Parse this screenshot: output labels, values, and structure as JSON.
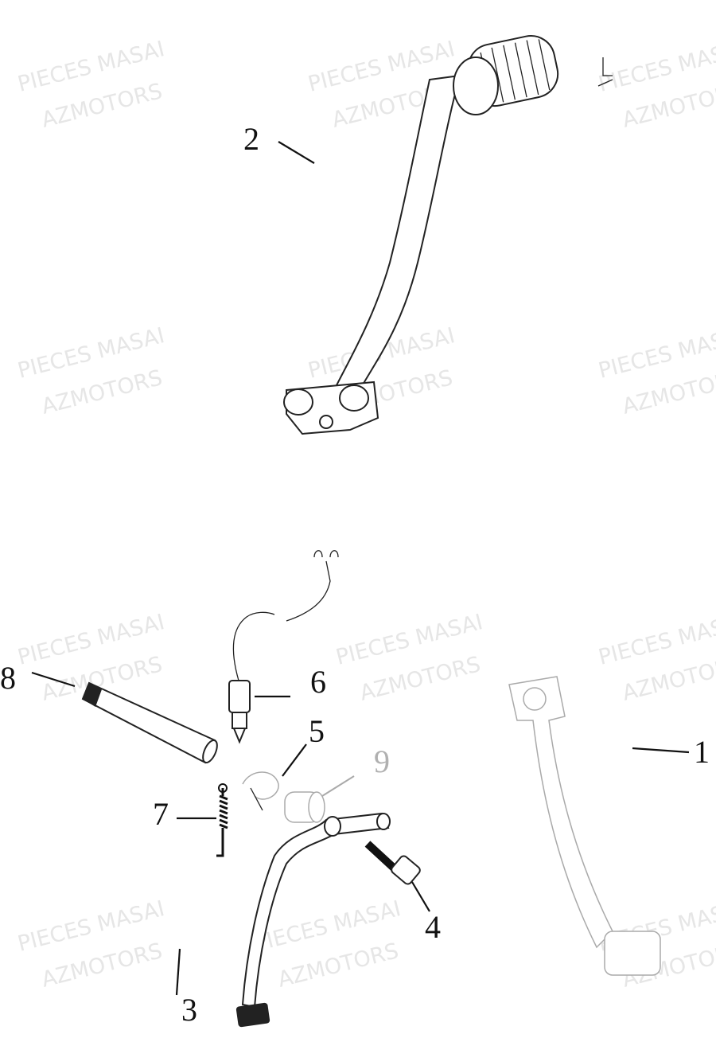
{
  "watermark": {
    "line1": "PIECES MASAI",
    "line2": "AZMOTORS"
  },
  "callouts": [
    "1",
    "2",
    "3",
    "4",
    "5",
    "6",
    "7",
    "8",
    "9"
  ],
  "colors": {
    "callout": "#111111",
    "callout_faded": "#b0b0b0",
    "watermark": "#e6e6e6"
  }
}
